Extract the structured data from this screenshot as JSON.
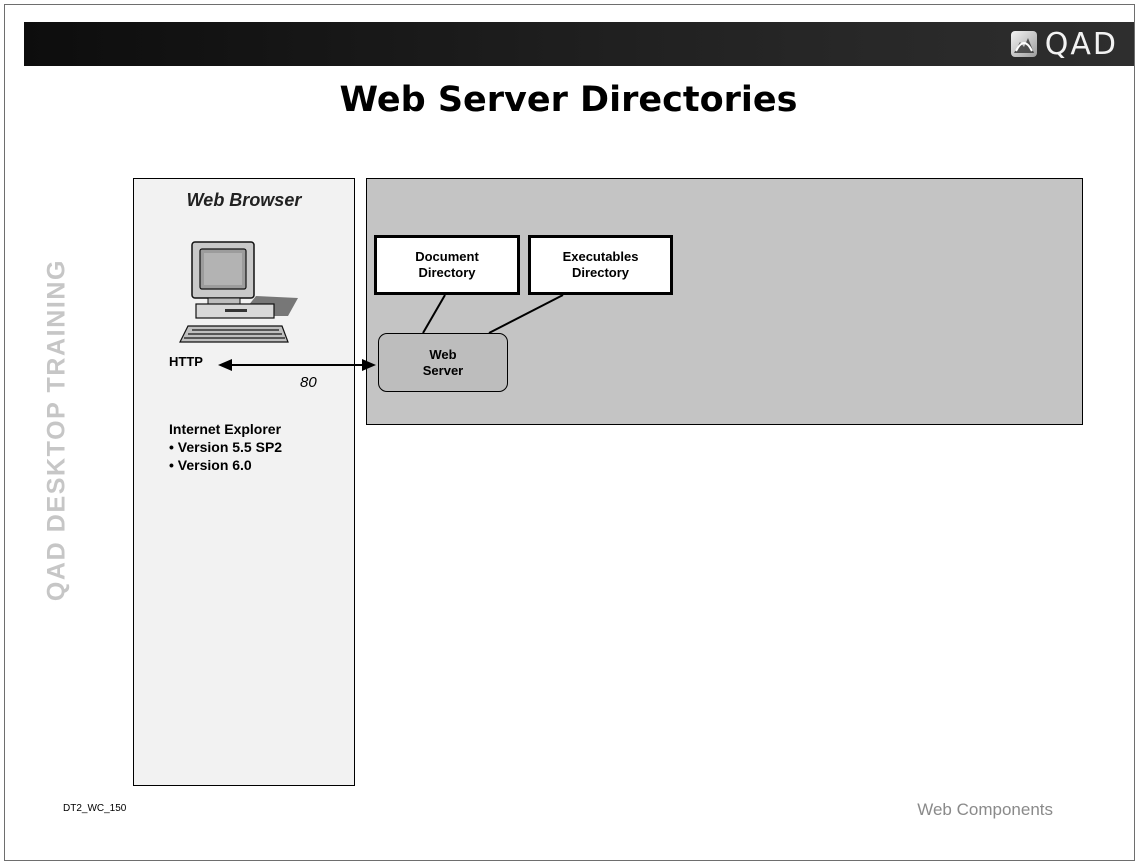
{
  "header": {
    "logo_text": "QAD"
  },
  "title": "Web Server Directories",
  "side_watermark": "QAD DESKTOP TRAINING",
  "browser_panel": {
    "title": "Web Browser",
    "protocol_label": "HTTP",
    "port_label": "80",
    "browser_name": "Internet Explorer",
    "versions": [
      "• Version 5.5 SP2",
      "• Version 6.0"
    ]
  },
  "server_panel": {
    "document_directory": [
      "Document",
      "Directory"
    ],
    "executables_directory": [
      "Executables",
      "Directory"
    ],
    "web_server": [
      "Web",
      "Server"
    ]
  },
  "footer": {
    "slide_id": "DT2_WC_150",
    "topic": "Web Components"
  },
  "colors": {
    "header_bar": "#1b1b1b",
    "server_area": "#c4c4c4",
    "web_server_box": "#bdbdbd",
    "browser_panel": "#f2f2f2",
    "watermark": "#c6c6c6",
    "footer_topic": "#8a8a8a"
  },
  "icons": [
    "qad-logo-icon",
    "desktop-computer-icon"
  ]
}
